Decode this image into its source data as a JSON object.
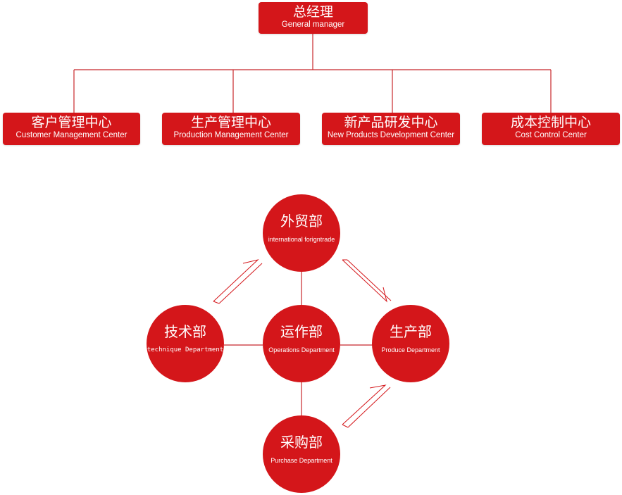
{
  "colors": {
    "primary_red": "#d4161a",
    "line": "#c8282c",
    "text_on_red": "#ffffff"
  },
  "org_chart": {
    "root": {
      "zh": "总经理",
      "en": "General manager"
    },
    "centers": [
      {
        "zh": "客户管理中心",
        "en": "Customer Management Center"
      },
      {
        "zh": "生产管理中心",
        "en": "Production Management Center"
      },
      {
        "zh": "新产品研发中心",
        "en": "New Products Development Center"
      },
      {
        "zh": "成本控制中心",
        "en": "Cost Control Center"
      }
    ]
  },
  "department_diagram": {
    "top": {
      "zh": "外贸部",
      "en": "international forigntrade"
    },
    "left": {
      "zh": "技术部",
      "en": "technique Department"
    },
    "center": {
      "zh": "运作部",
      "en": "Operations Department"
    },
    "right": {
      "zh": "生产部",
      "en": "Produce Department"
    },
    "bottom": {
      "zh": "采购部",
      "en": "Purchase Department"
    }
  }
}
